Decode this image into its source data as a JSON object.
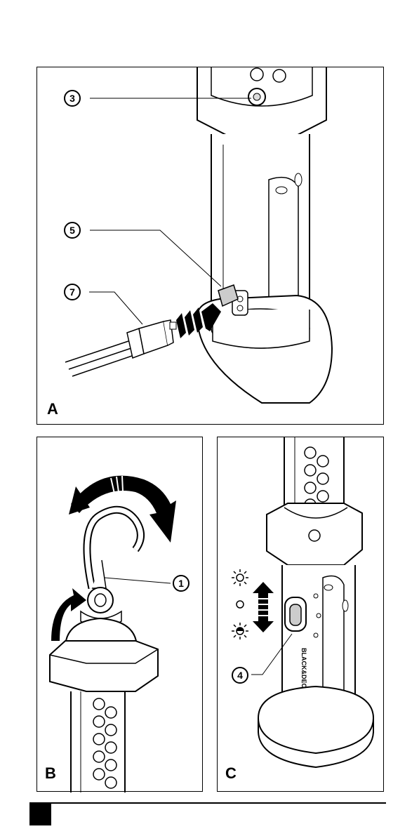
{
  "panels": {
    "a": {
      "letter": "A",
      "callouts": [
        "3",
        "5",
        "7"
      ]
    },
    "b": {
      "letter": "B",
      "callouts": [
        "1"
      ]
    },
    "c": {
      "letter": "C",
      "callouts": [
        "4"
      ],
      "brand_text": "BLACK&DECKER"
    }
  },
  "colors": {
    "ink": "#000000",
    "paper": "#ffffff",
    "shade": "#d8d8d8"
  },
  "icons": [
    "arrow-right-icon",
    "rotate-arrow-icon",
    "updown-arrow-icon",
    "sun-bright-icon",
    "circle-off-icon",
    "sun-dim-icon"
  ]
}
